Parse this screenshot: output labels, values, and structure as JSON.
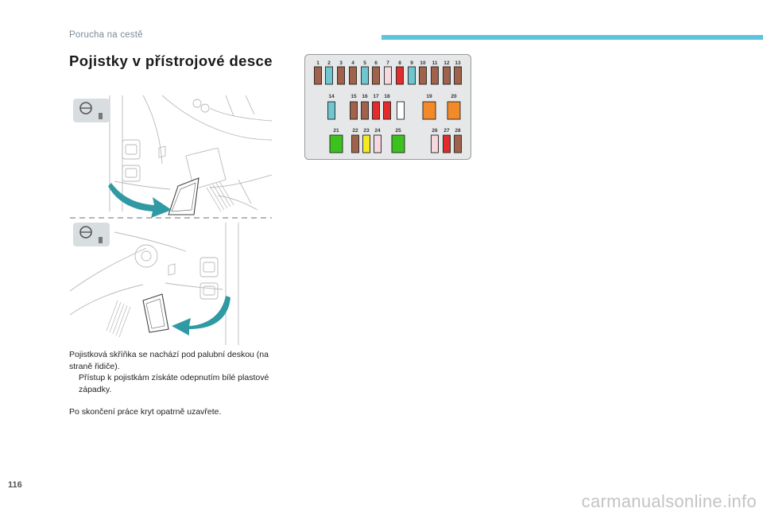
{
  "header": {
    "section": "Porucha na cestě",
    "accent_color": "#5ec4dd"
  },
  "page": {
    "title": "Pojistky v přístrojové desce",
    "number": "116"
  },
  "body": {
    "paragraph_1": "Pojistková skříňka se nachází pod palubní deskou (na straně řidiče).",
    "bullet_mark": "",
    "bullet_1": "Přístup k pojistkám získáte odepnutím bílé plastové západky.",
    "paragraph_2": "Po skončení práce kryt opatrně uzavřete."
  },
  "illustration": {
    "arrow_color": "#2f9aa3"
  },
  "fusebox": {
    "labels": [
      "1",
      "2",
      "3",
      "4",
      "5",
      "6",
      "7",
      "8",
      "9",
      "10",
      "11",
      "12",
      "13",
      "14",
      "15",
      "16",
      "17",
      "18",
      "19",
      "20",
      "21",
      "22",
      "23",
      "24",
      "25",
      "26",
      "27",
      "28"
    ],
    "colors": {
      "brown": "#a0624a",
      "teal": "#6ec6cf",
      "red": "#e22b2b",
      "pink": "#f6d9de",
      "white": "#ffffff",
      "orange": "#f28a2a",
      "green": "#3cc21e",
      "yellow": "#f3ea22"
    },
    "fuses": [
      {
        "label": "1",
        "color": "brown"
      },
      {
        "label": "2",
        "color": "teal"
      },
      {
        "label": "3",
        "color": "brown"
      },
      {
        "label": "4",
        "color": "brown"
      },
      {
        "label": "5",
        "color": "teal"
      },
      {
        "label": "6",
        "color": "brown"
      },
      {
        "label": "7",
        "color": "pink"
      },
      {
        "label": "8",
        "color": "red"
      },
      {
        "label": "9",
        "color": "teal"
      },
      {
        "label": "10",
        "color": "brown"
      },
      {
        "label": "11",
        "color": "brown"
      },
      {
        "label": "12",
        "color": "brown"
      },
      {
        "label": "13",
        "color": "brown"
      },
      {
        "label": "14",
        "color": "teal"
      },
      {
        "label": "15",
        "color": "brown"
      },
      {
        "label": "16",
        "color": "brown"
      },
      {
        "label": "17",
        "color": "red"
      },
      {
        "label": "18",
        "color": "red"
      },
      {
        "label": "",
        "color": "white"
      },
      {
        "label": "19",
        "color": "orange"
      },
      {
        "label": "20",
        "color": "orange"
      },
      {
        "label": "21",
        "color": "green"
      },
      {
        "label": "22",
        "color": "brown"
      },
      {
        "label": "23",
        "color": "yellow"
      },
      {
        "label": "24",
        "color": "pink"
      },
      {
        "label": "25",
        "color": "green"
      },
      {
        "label": "26",
        "color": "pink"
      },
      {
        "label": "27",
        "color": "red"
      },
      {
        "label": "28",
        "color": "brown"
      }
    ]
  },
  "watermark": "carmanualsonline.info"
}
